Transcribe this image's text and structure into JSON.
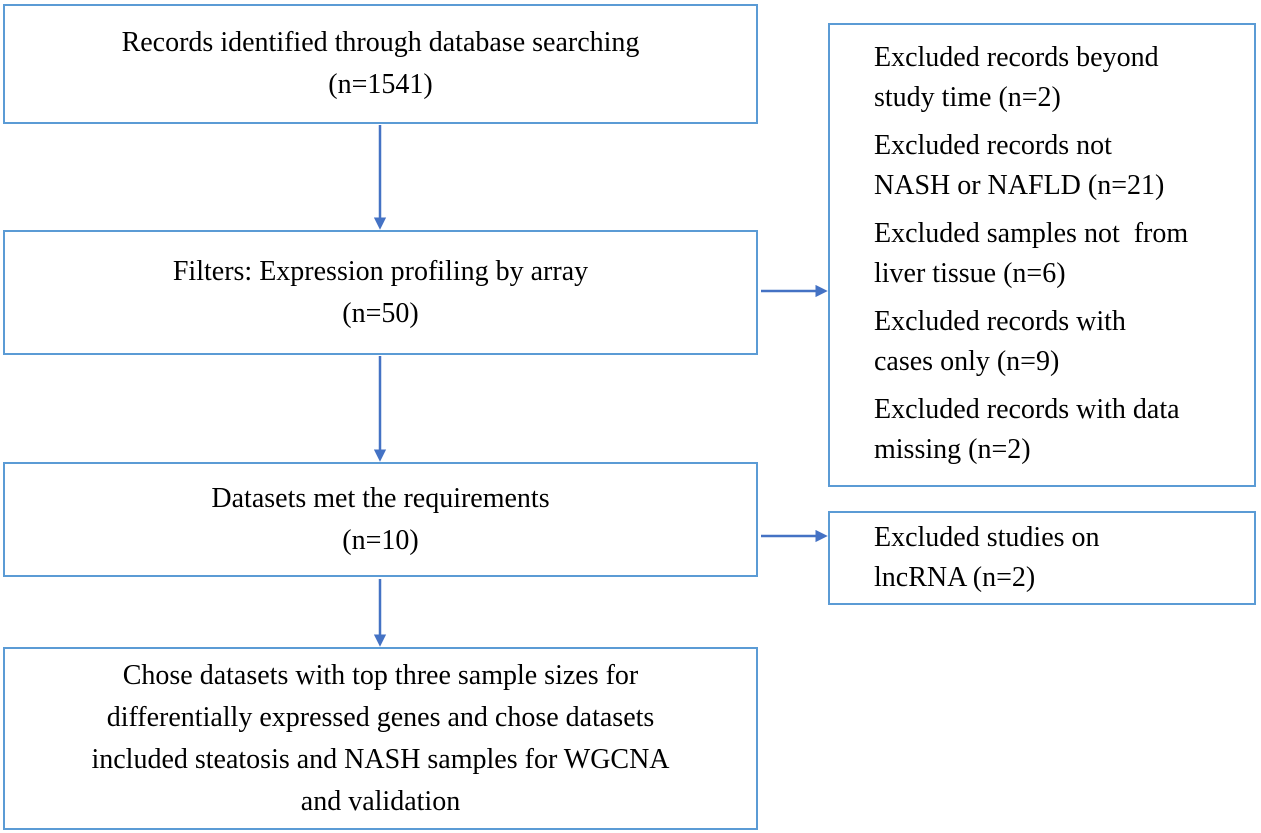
{
  "colors": {
    "box_border": "#5B9BD5",
    "arrow": "#4472C4",
    "text": "#000000",
    "background": "#FFFFFF"
  },
  "flowchart": {
    "boxes": {
      "records": {
        "lines": [
          "Records identified through database searching",
          "(n=1541)"
        ]
      },
      "filters": {
        "lines": [
          "Filters: Expression profiling by array",
          "(n=50)"
        ]
      },
      "datasets": {
        "lines": [
          "Datasets met the requirements",
          "(n=10)"
        ]
      },
      "chosen": {
        "lines": [
          "Chose datasets with top three sample sizes for",
          "differentially expressed genes and chose datasets",
          "included steatosis and NASH samples for WGCNA",
          "and validation"
        ]
      },
      "exclusions": {
        "items": [
          {
            "lines": [
              "Excluded records beyond",
              "study time (n=2)"
            ]
          },
          {
            "lines": [
              "Excluded records not",
              "NASH or NAFLD (n=21)"
            ]
          },
          {
            "lines": [
              "Excluded samples not  from",
              "liver tissue (n=6)"
            ]
          },
          {
            "lines": [
              "Excluded records with",
              "cases only (n=9)"
            ]
          },
          {
            "lines": [
              "Excluded records with data",
              "missing (n=2)"
            ]
          }
        ]
      },
      "lncrna": {
        "lines": [
          "Excluded studies on",
          "lncRNA (n=2)"
        ]
      }
    }
  }
}
